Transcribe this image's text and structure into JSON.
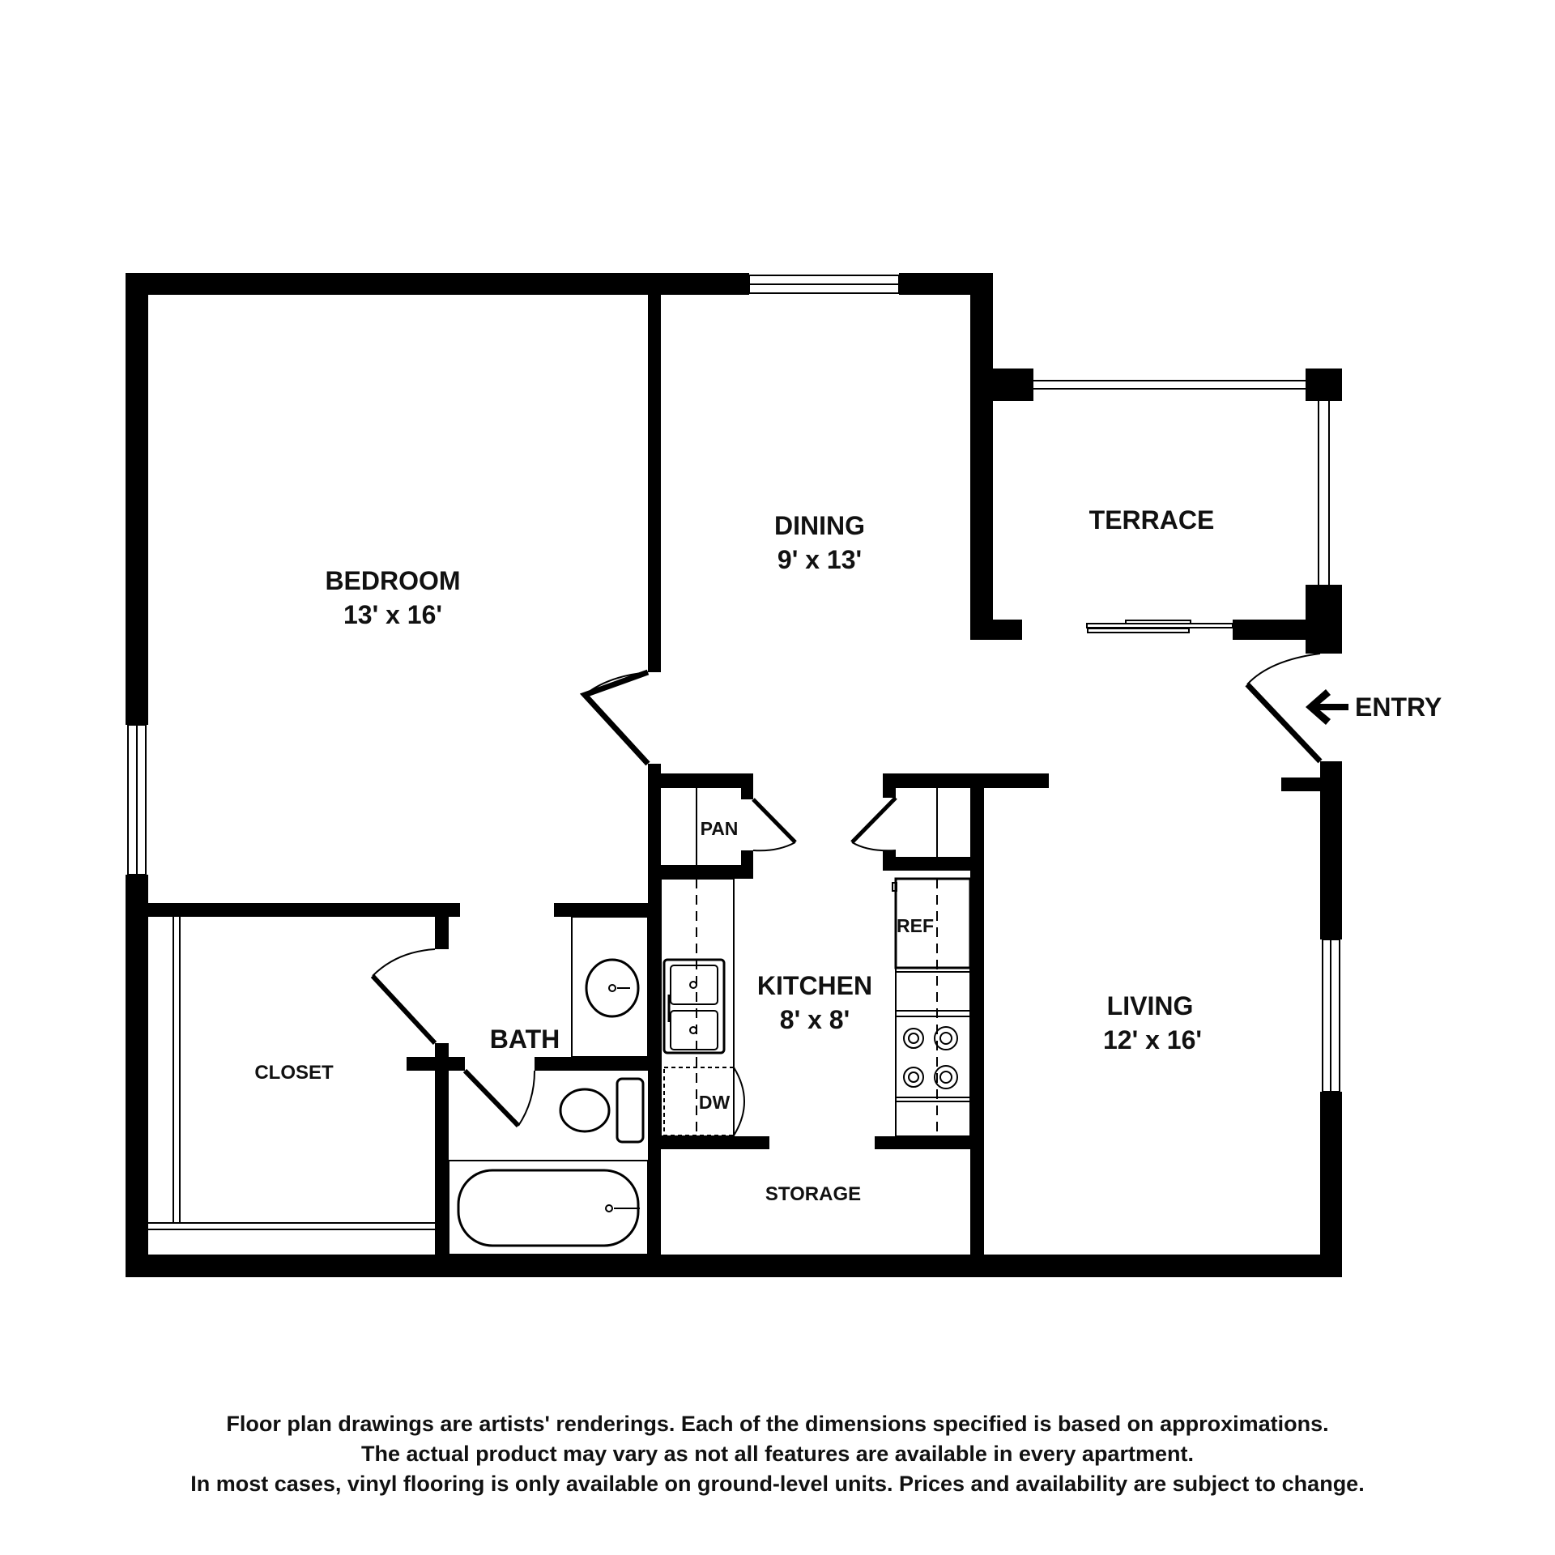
{
  "colors": {
    "wall": "#000000",
    "fixture": "#000000",
    "background": "#ffffff",
    "text": "#111111"
  },
  "rooms": {
    "bedroom": {
      "name": "BEDROOM",
      "size": "13' x 16'"
    },
    "dining": {
      "name": "DINING",
      "size": "9' x 13'"
    },
    "terrace": {
      "name": "TERRACE"
    },
    "living": {
      "name": "LIVING",
      "size": "12' x 16'"
    },
    "kitchen": {
      "name": "KITCHEN",
      "size": "8' x 8'"
    },
    "bath": {
      "name": "BATH"
    },
    "closet": {
      "name": "CLOSET"
    },
    "storage": {
      "name": "STORAGE"
    },
    "pantry": {
      "name": "PAN"
    },
    "refrigerator": {
      "name": "REF"
    },
    "dishwasher": {
      "name": "DW"
    }
  },
  "entry": {
    "label": "ENTRY",
    "icon": "arrow-left-icon"
  },
  "disclaimer": [
    "Floor plan drawings are artists' renderings. Each of the dimensions specified is based on approximations.",
    "The actual product may vary as not all features are available in every apartment.",
    "In most cases, vinyl flooring is only available on ground-level units. Prices and availability are subject to change."
  ]
}
